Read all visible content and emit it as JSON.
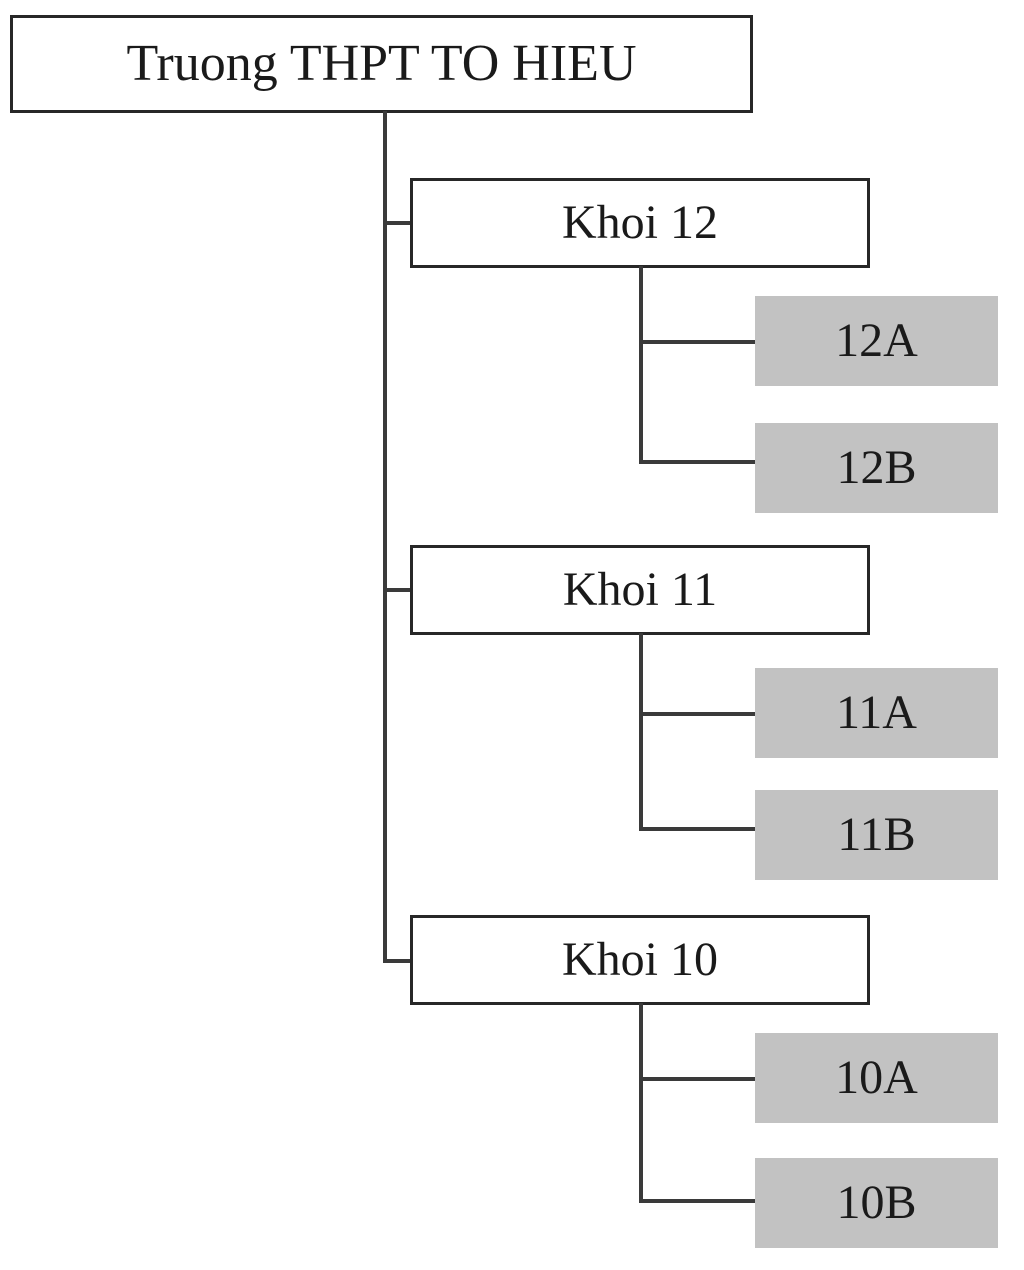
{
  "diagram": {
    "type": "organization-tree",
    "title_node": {
      "id": "root",
      "label": "Truong THPT TO HIEU"
    },
    "branches": [
      {
        "id": "khoi-12",
        "label": "Khoi 12",
        "children": [
          {
            "id": "class-12a",
            "label": "12A"
          },
          {
            "id": "class-12b",
            "label": "12B"
          }
        ]
      },
      {
        "id": "khoi-11",
        "label": "Khoi 11",
        "children": [
          {
            "id": "class-11a",
            "label": "11A"
          },
          {
            "id": "class-11b",
            "label": "11B"
          }
        ]
      },
      {
        "id": "khoi-10",
        "label": "Khoi 10",
        "children": [
          {
            "id": "class-10a",
            "label": "10A"
          },
          {
            "id": "class-10b",
            "label": "10B"
          }
        ]
      }
    ],
    "colors": {
      "background": "#ffffff",
      "node_fill": "#ffffff",
      "node_border": "#272727",
      "leaf_fill": "#c2c2c2",
      "connector": "#3a3a3a",
      "text": "#1a1a1a"
    }
  }
}
